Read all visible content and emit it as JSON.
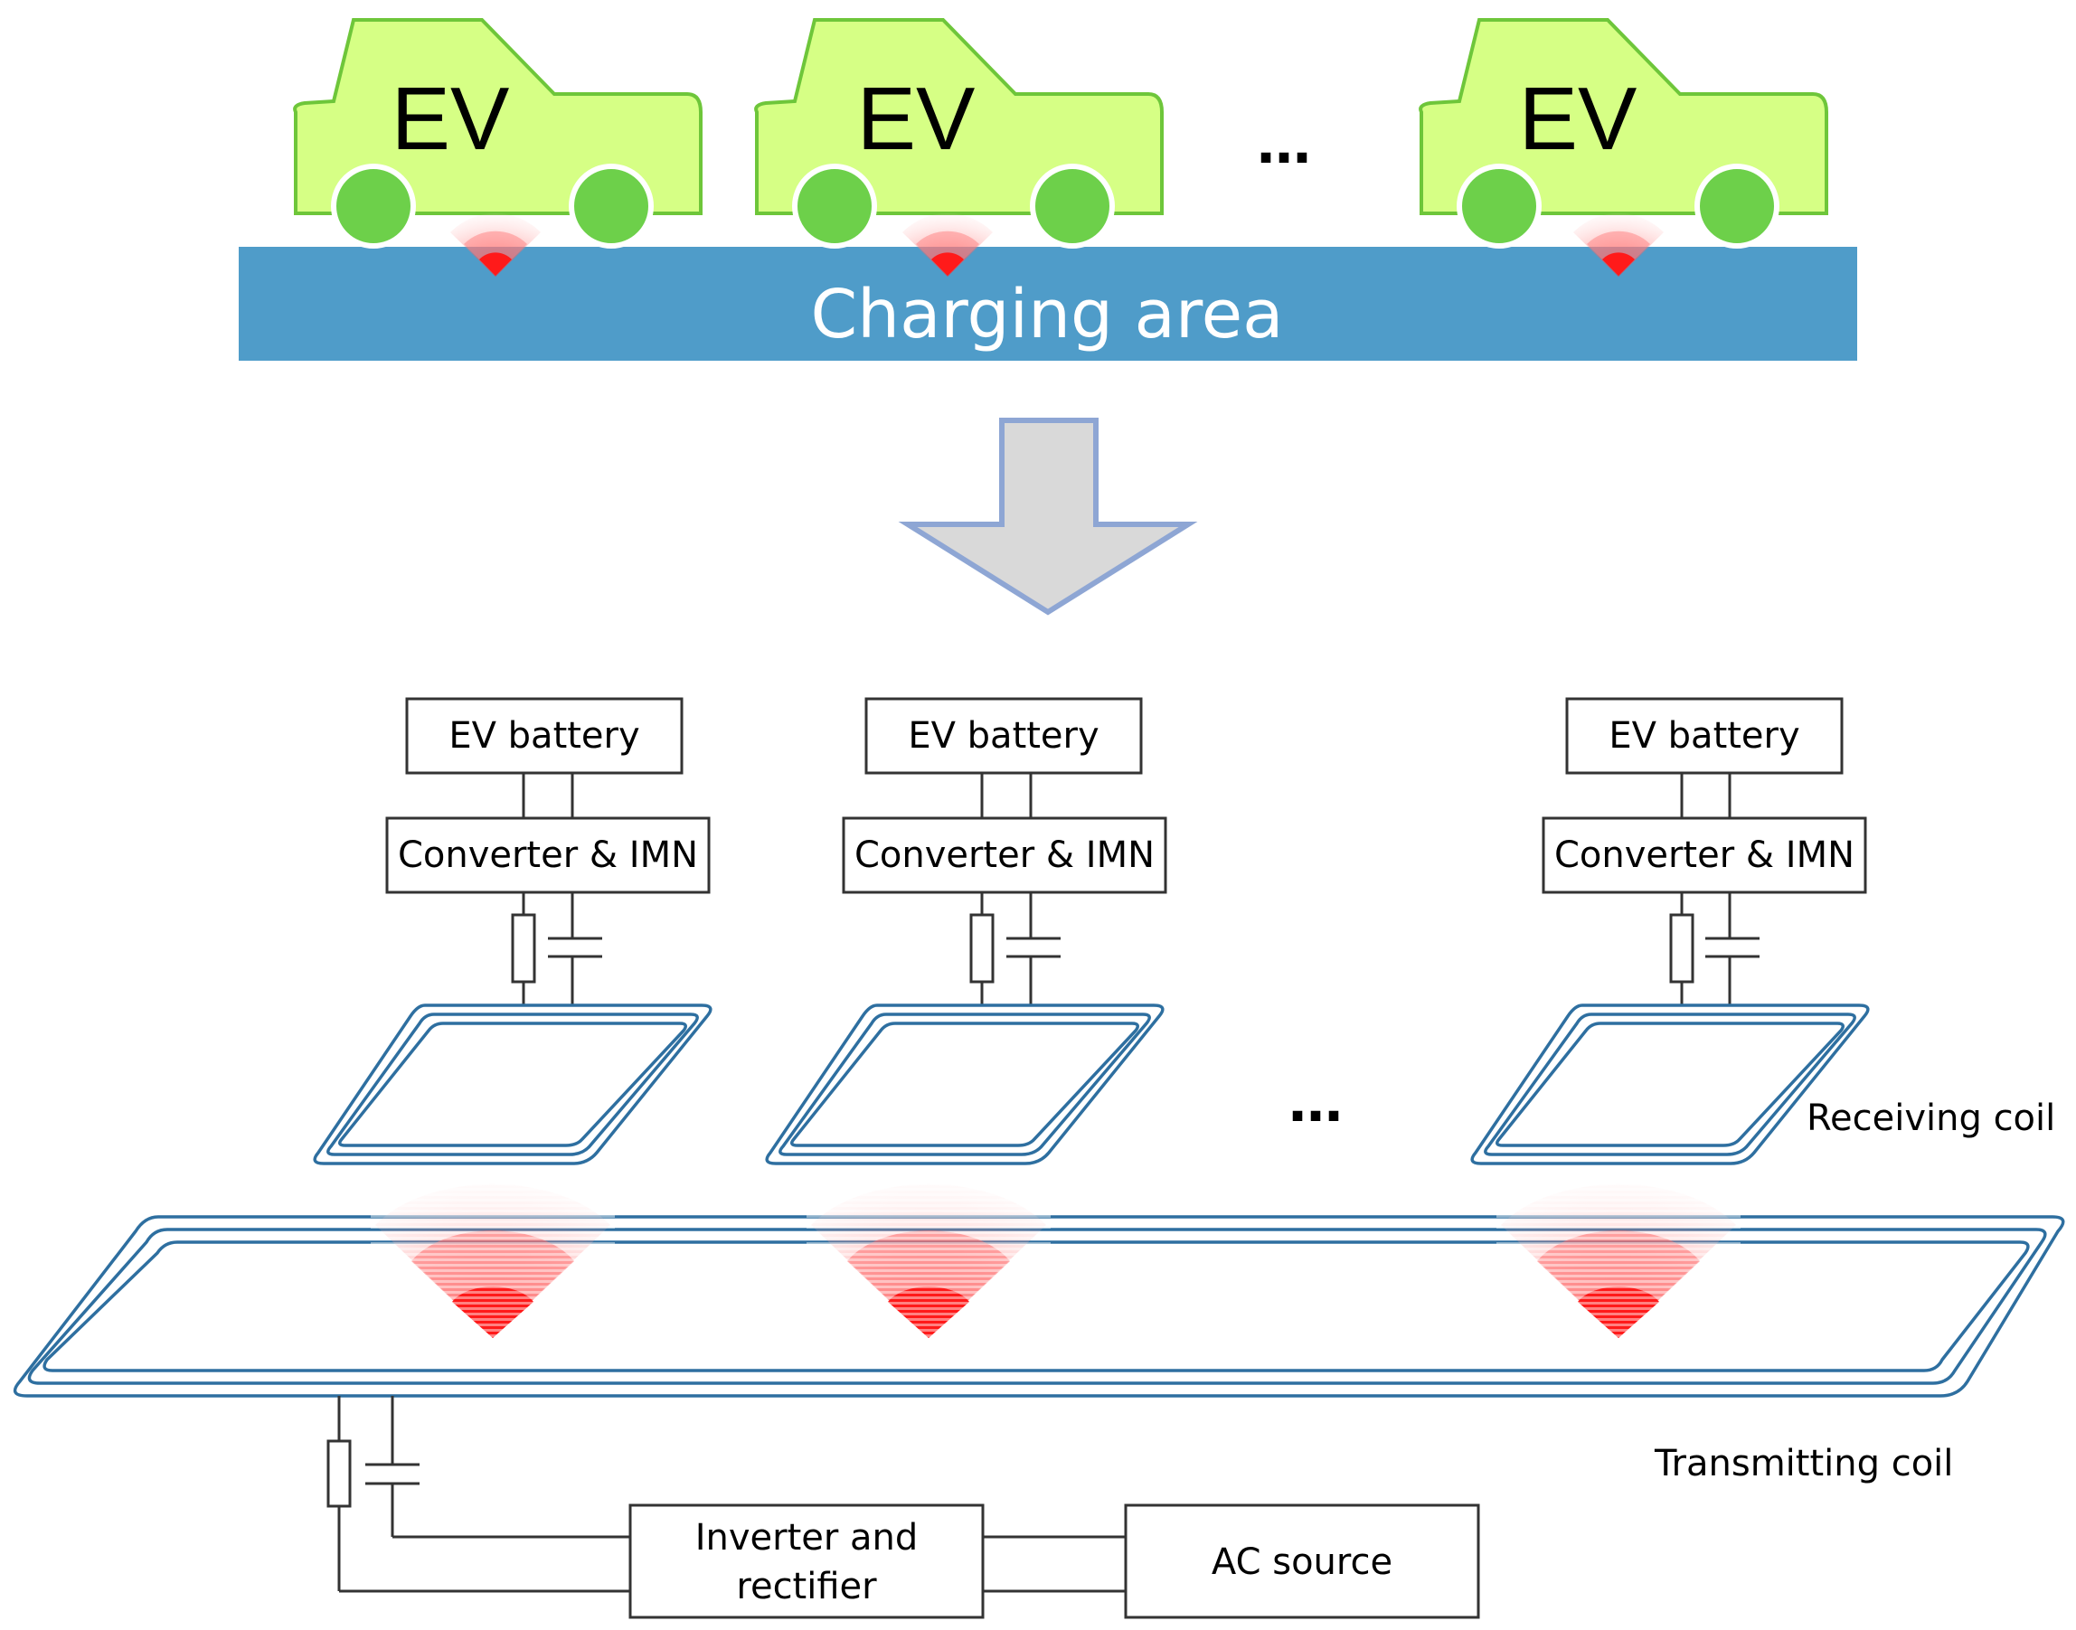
{
  "colors": {
    "car_fill": "#d6ff85",
    "car_stroke": "#6ec63a",
    "wheel": "#6dd04a",
    "charging_area": "#4f9cc9",
    "arrow_fill": "#d9d9d9",
    "arrow_stroke": "#8ea6d4",
    "coil": "#2e6fa0",
    "field": "#ff2a2a"
  },
  "top": {
    "vehicles": [
      {
        "label": "EV"
      },
      {
        "label": "EV"
      },
      {
        "label": "EV"
      }
    ],
    "ellipsis": "…",
    "charging_area_label": "Charging area"
  },
  "bottom": {
    "receivers": [
      {
        "battery_label": "EV battery",
        "converter_label": "Converter & IMN"
      },
      {
        "battery_label": "EV battery",
        "converter_label": "Converter & IMN"
      },
      {
        "battery_label": "EV battery",
        "converter_label": "Converter & IMN"
      }
    ],
    "ellipsis": "…",
    "receiving_coil_label": "Receiving coil",
    "transmitting_coil_label": "Transmitting coil",
    "inverter_label_line1": "Inverter and",
    "inverter_label_line2": "rectifier",
    "ac_source_label": "AC source"
  }
}
